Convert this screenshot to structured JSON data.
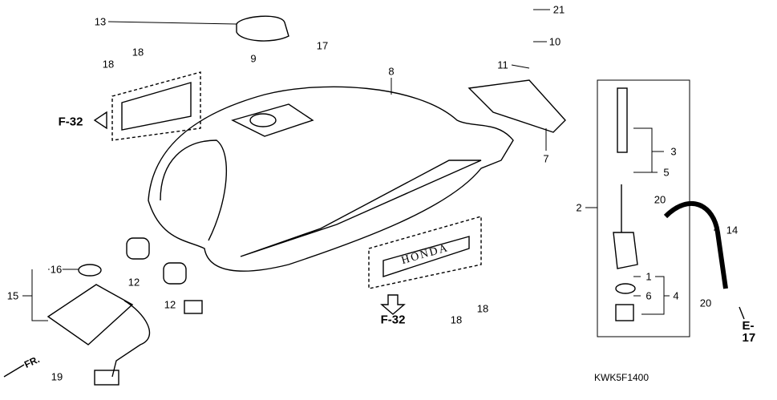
{
  "parts": [
    {
      "id": "p13",
      "num": "13"
    },
    {
      "id": "p21",
      "num": "21"
    },
    {
      "id": "p18a",
      "num": "18"
    },
    {
      "id": "p18b",
      "num": "18"
    },
    {
      "id": "p17",
      "num": "17"
    },
    {
      "id": "p10",
      "num": "10"
    },
    {
      "id": "p9",
      "num": "9"
    },
    {
      "id": "p11",
      "num": "11"
    },
    {
      "id": "p8",
      "num": "8"
    },
    {
      "id": "p7",
      "num": "7"
    },
    {
      "id": "p3",
      "num": "3"
    },
    {
      "id": "p5",
      "num": "5"
    },
    {
      "id": "p2",
      "num": "2"
    },
    {
      "id": "p20a",
      "num": "20"
    },
    {
      "id": "p14",
      "num": "14"
    },
    {
      "id": "p16",
      "num": "16"
    },
    {
      "id": "p15",
      "num": "15"
    },
    {
      "id": "p12a",
      "num": "12"
    },
    {
      "id": "p12b",
      "num": "12"
    },
    {
      "id": "p1",
      "num": "1"
    },
    {
      "id": "p6",
      "num": "6"
    },
    {
      "id": "p4",
      "num": "4"
    },
    {
      "id": "p18c",
      "num": "18"
    },
    {
      "id": "p18d",
      "num": "18"
    },
    {
      "id": "p20b",
      "num": "20"
    },
    {
      "id": "p19",
      "num": "19"
    }
  ],
  "refs": {
    "f32_top": "F-32",
    "f32_bottom": "F-32",
    "e17": "E-17",
    "front": "FR."
  },
  "emblem_text": "HONDA",
  "diagram_code": "KWK5F1400"
}
